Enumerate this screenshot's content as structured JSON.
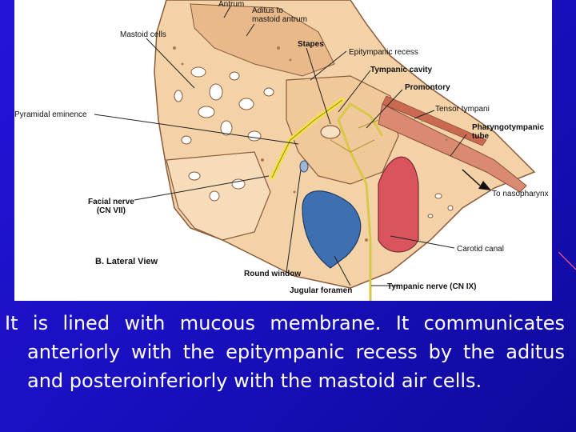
{
  "figure": {
    "title": "B. Lateral View",
    "labels": {
      "antrum": "Antrum",
      "aditus": "Aditus to\nmastoid antrum",
      "mastoid_cells": "Mastoid cells",
      "stapes": "Stapes",
      "epitympanic_recess": "Epitympanic recess",
      "tympanic_cavity": "Tympanic cavity",
      "promontory": "Promontory",
      "tensor_tympani": "Tensor tympani",
      "pyramidal_eminence": "Pyramidal eminence",
      "pharyngotympanic_tube": "Pharyngotympanic\ntube",
      "to_nasopharynx": "To nasopharynx",
      "facial_nerve": "Facial nerve\n(CN VII)",
      "carotid_canal": "Carotid canal",
      "round_window": "Round window",
      "jugular_foramen": "Jugular foramen",
      "tympanic_nerve": "Tympanic nerve (CN IX)"
    },
    "colors": {
      "bone": "#f3d2a8",
      "bone_dark": "#e8b98a",
      "cavity": "#f0c89a",
      "nerve_yellow": "#f2e24a",
      "jugular_blue": "#3e6fb0",
      "carotid_red": "#d9545c",
      "tube_red": "#d98a70"
    }
  },
  "caption": "It is lined with mucous membrane. It communicates anteriorly with the epitympanic recess by the aditus and posteroinferiorly with the mastoid air cells."
}
